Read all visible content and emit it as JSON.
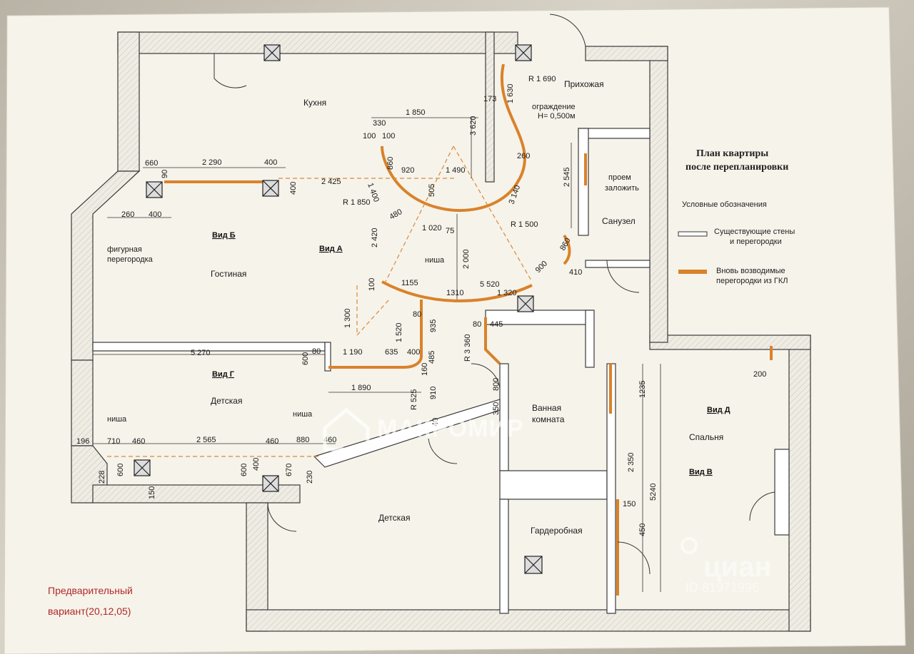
{
  "plan": {
    "title_line1": "План квартиры",
    "title_line2": "после перепланировки",
    "legend_heading": "Условные обозначения",
    "legend_existing_line1": "Существующие стены",
    "legend_existing_line2": "и перегородки",
    "legend_new_line1": "Вновь возводимые",
    "legend_new_line2": "перегородки из ГКЛ",
    "note_line1": "Предварительный",
    "note_line2": "вариант(20,12,05)",
    "colors": {
      "wall": "#efece4",
      "wall_edge": "#3a3a3a",
      "new_partition": "#d9822b",
      "dash": "#d98a3a",
      "paper": "#f6f3ea"
    }
  },
  "rooms": {
    "kitchen": "Кухня",
    "hall": "Прихожая",
    "living": "Гостиная",
    "kids1": "Детская",
    "kids2": "Детская",
    "bath_line1": "Ванная",
    "bath_line2": "комната",
    "wardrobe": "Гардеробная",
    "bedroom": "Спальня",
    "wc": "Санузел"
  },
  "annotations": {
    "fence_line1": "ограждение",
    "fence_line2": "Н= 0,500м",
    "opening_line1": "проем",
    "opening_line2": "заложить",
    "figured_line1": "фигурная",
    "figured_line2": "перегородка",
    "niche1": "ниша",
    "niche2": "ниша",
    "niche3": "ниша"
  },
  "views": {
    "a": "Вид А",
    "b": "Вид Б",
    "v": "Вид В",
    "g": "Вид Г",
    "d": "Вид Д"
  },
  "dimensions": {
    "r1690": "R 1 690",
    "r1850": "R 1 850",
    "r1500": "R 1 500",
    "r3360": "R 3 360",
    "r525": "R 525",
    "d1630": "1 630",
    "d173": "173",
    "d330": "330",
    "d1850": "1 850",
    "d3620": "3 620",
    "d100a": "100",
    "d100b": "100",
    "d660": "660",
    "d2290": "2 290",
    "d400a": "400",
    "d90": "90",
    "d2425": "2 425",
    "d400b": "400",
    "d860": "860",
    "d920": "920",
    "d1490": "1 490",
    "d260": "260",
    "d1400": "1 400",
    "d505": "505",
    "d3140": "3 140",
    "d2545": "2 545",
    "d260b": "260",
    "d400c": "400",
    "d480": "480",
    "d1020": "1 020",
    "d75": "75",
    "d2420": "2 420",
    "d2000": "2 000",
    "d5520": "5 520",
    "d1155": "1155",
    "d1310": "1310",
    "d1320": "1 320",
    "d900": "900",
    "d860b": "860",
    "d410": "410",
    "d1300": "1 300",
    "d100c": "100",
    "d80a": "80",
    "d1520": "1 520",
    "d935": "935",
    "d80b": "80",
    "d445": "445",
    "d5270": "5 270",
    "d80c": "80",
    "d1190": "1 190",
    "d635": "635",
    "d400d": "400",
    "d485": "485",
    "d600a": "600",
    "d160": "160",
    "d1890": "1 890",
    "d910": "910",
    "d800": "800",
    "d350": "350",
    "d40": "40",
    "d1235": "1235",
    "d200": "200",
    "d196": "196",
    "d710": "710",
    "d460a": "460",
    "d2565": "2 565",
    "d460b": "460",
    "d880": "880",
    "d460c": "460",
    "d228": "228",
    "d600b": "600",
    "d150a": "150",
    "d600c": "600",
    "d400e": "400",
    "d670": "670",
    "d230": "230",
    "d2350": "2 350",
    "d5240": "5240",
    "d150b": "150",
    "d450": "450"
  },
  "watermarks": {
    "brand": "МАКРОМИР",
    "cian": "циан",
    "cian_id": "ID 81971996"
  }
}
